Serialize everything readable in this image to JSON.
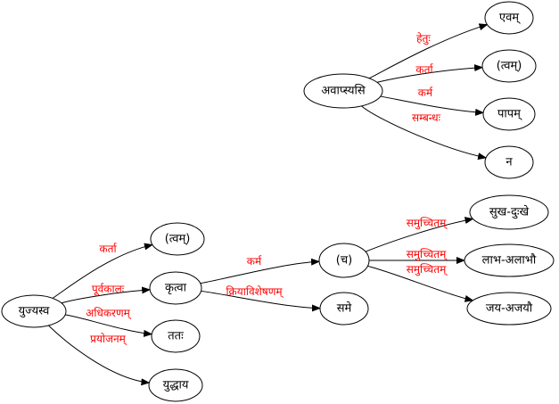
{
  "colors": {
    "node_stroke": "#000000",
    "edge_stroke": "#000000",
    "edge_label": "#ff0000",
    "background": "#ffffff"
  },
  "nodes": [
    {
      "id": "avapsyasi",
      "label": "अवाप्स्यसि"
    },
    {
      "id": "evam",
      "label": "एवम्"
    },
    {
      "id": "tvam1",
      "label": "(त्वम्)"
    },
    {
      "id": "papam",
      "label": "पापम्"
    },
    {
      "id": "na",
      "label": "न"
    },
    {
      "id": "yujyasva",
      "label": "युज्यस्व"
    },
    {
      "id": "tvam2",
      "label": "(त्वम्)"
    },
    {
      "id": "krtva",
      "label": "कृत्वा"
    },
    {
      "id": "tatah",
      "label": "ततः"
    },
    {
      "id": "yuddhaya",
      "label": "युद्धाय"
    },
    {
      "id": "ca",
      "label": "(च)"
    },
    {
      "id": "same",
      "label": "समे"
    },
    {
      "id": "sukhaduhkhe",
      "label": "सुख-दुःखे"
    },
    {
      "id": "labhaalabhau",
      "label": "लाभ-अलाभौ"
    },
    {
      "id": "jayaajayau",
      "label": "जय-अजयौ"
    }
  ],
  "edges": [
    {
      "from": "avapsyasi",
      "to": "evam",
      "label": "हेतुः"
    },
    {
      "from": "avapsyasi",
      "to": "tvam1",
      "label": "कर्ता"
    },
    {
      "from": "avapsyasi",
      "to": "papam",
      "label": "कर्म"
    },
    {
      "from": "avapsyasi",
      "to": "na",
      "label": "सम्बन्धः"
    },
    {
      "from": "yujyasva",
      "to": "tvam2",
      "label": "कर्ता"
    },
    {
      "from": "yujyasva",
      "to": "krtva",
      "label": "पूर्वकालः"
    },
    {
      "from": "yujyasva",
      "to": "tatah",
      "label": "अधिकरणम्"
    },
    {
      "from": "yujyasva",
      "to": "yuddhaya",
      "label": "प्रयोजनम्"
    },
    {
      "from": "krtva",
      "to": "ca",
      "label": "कर्म"
    },
    {
      "from": "krtva",
      "to": "same",
      "label": "क्रियाविशेषणम्"
    },
    {
      "from": "ca",
      "to": "sukhaduhkhe",
      "label": "समुच्चितम्"
    },
    {
      "from": "ca",
      "to": "labhaalabhau",
      "label": "समुच्चितम्"
    },
    {
      "from": "ca",
      "to": "jayaajayau",
      "label": "समुच्चितम्"
    }
  ]
}
